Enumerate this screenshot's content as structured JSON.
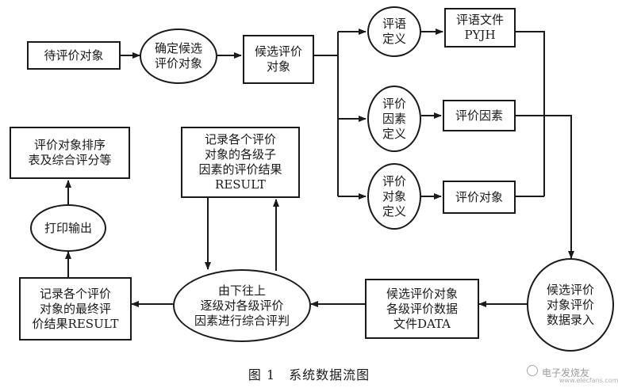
{
  "nodes": {
    "wait_objects": "待评价对象",
    "determine_candidates": "确定候选\n评价对象",
    "candidate_objects": "候选评价\n对象",
    "comment_def": "评语\n定义",
    "comment_file": "评语文件\nPYJH",
    "factor_def": "评价\n因素\n定义",
    "factor": "评价因素",
    "object_def": "评价\n对象\n定义",
    "object": "评价对象",
    "data_entry": "候选评价\n对象评价\n数据录入",
    "data_file": "候选评价对象\n各级评价数据\n文件DATA",
    "bottom_up": "由下往上\n逐级对各级评价\n因素进行综合评判",
    "record_final": "记录各个评价\n对象的最终评\n价结果RESULT",
    "print_output": "打印输出",
    "ranking": "评价对象排序\n表及综合评分等",
    "record_levels": "记录各个评价\n对象的各级子\n因素的评价结果\nRESULT"
  },
  "caption": "图 1　系统数据流图",
  "watermark": {
    "text": "电子发烧友",
    "url": "www.elecfans.com"
  }
}
